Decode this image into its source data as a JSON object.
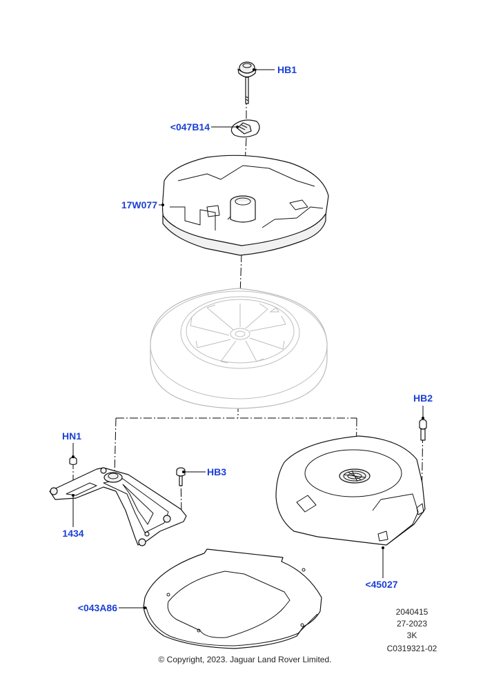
{
  "callouts": {
    "hb1": "HB1",
    "c047b14": "<047B14",
    "c17w077": "17W077",
    "hb2": "HB2",
    "hn1": "HN1",
    "hb3": "HB3",
    "c1434": "1434",
    "c45027": "<45027",
    "c043a86": "<043A86"
  },
  "reference": {
    "line1": "2040415",
    "line2": "27-2023",
    "line3": "3K",
    "line4": "C0319321-02"
  },
  "copyright": "© Copyright, 2023. Jaguar Land Rover Limited.",
  "colors": {
    "callout": "#1a3fd6",
    "line": "#111111",
    "tyre": "#b9b9b9"
  }
}
